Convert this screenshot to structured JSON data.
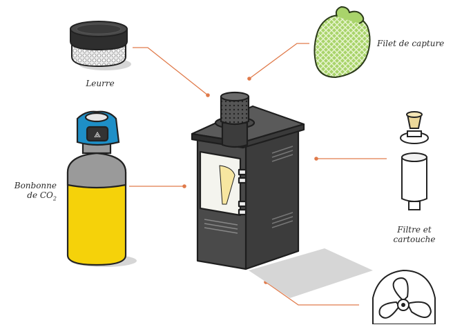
{
  "labels": {
    "lure": "Leurre",
    "capture_net": "Filet de capture",
    "co2_bottle_line1": "Bonbonne",
    "co2_bottle_line2": "de CO",
    "co2_subscript": "2",
    "filter_line1": "Filtre et",
    "filter_line2": "cartouche"
  },
  "colors": {
    "leader_line": "#e07a4a",
    "trap_body": "#4a4a4a",
    "trap_dark": "#333333",
    "bottle_yellow": "#f5d20a",
    "bottle_grey": "#9a9a9a",
    "valve_blue": "#1e8fc7",
    "net_green": "#a9d46b",
    "shadow": "#d6d6d6"
  },
  "icons": [
    "lure-jar-icon",
    "capture-net-icon",
    "co2-bottle-icon",
    "trap-cabinet-icon",
    "filter-cartridge-icon",
    "fan-icon"
  ]
}
